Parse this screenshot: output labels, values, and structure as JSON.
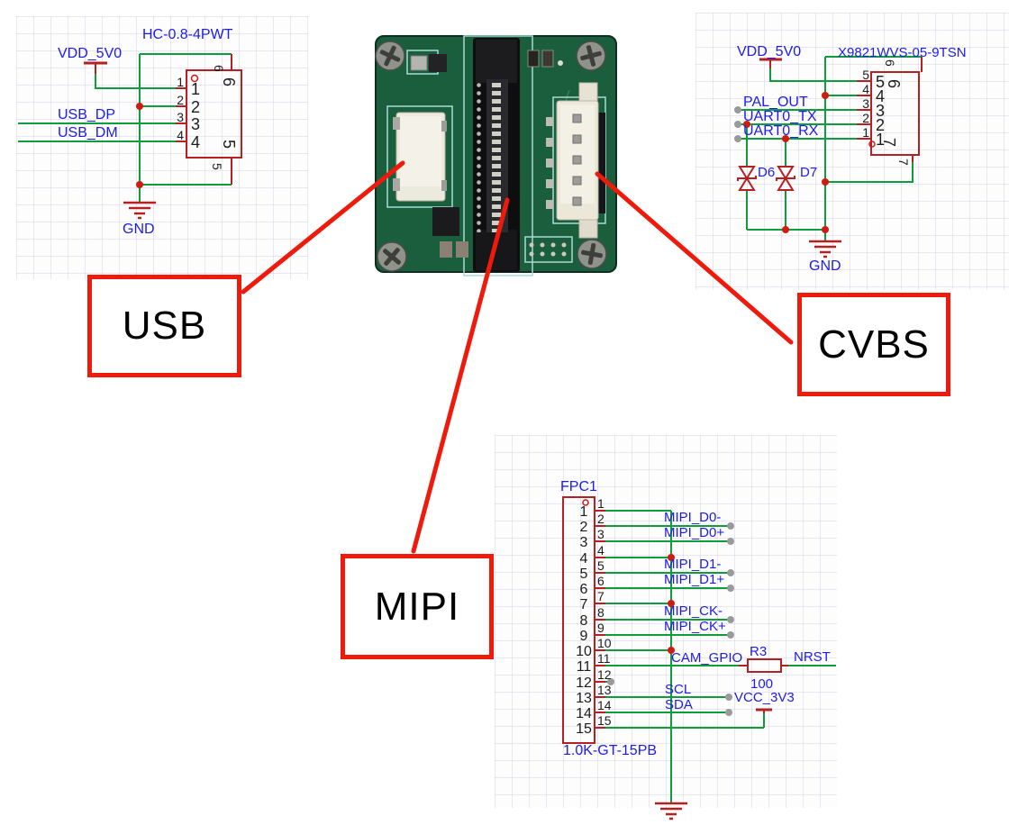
{
  "colors": {
    "wire_green": "#0f9d3c",
    "symbol_red": "#b62020",
    "junction_red": "#d11a10",
    "net_blue": "#1b1bef",
    "callout_red": "#ee1b0c",
    "no_connect_gray": "#9a9a9a",
    "pcb_green": "#1b5e3d"
  },
  "callouts": {
    "usb": "USB",
    "cvbs": "CVBS",
    "mipi": "MIPI"
  },
  "usb_sch": {
    "part_number": "HC-0.8-4PWT",
    "vdd": "VDD_5V0",
    "gnd": "GND",
    "net_dp": "USB_DP",
    "net_dm": "USB_DM",
    "pins": [
      "1",
      "2",
      "3",
      "4"
    ],
    "pin_top": "6",
    "pin_bottom": "5"
  },
  "cvbs_sch": {
    "part_number": "X9821WVS-05-9TSN",
    "vdd": "VDD_5V0",
    "gnd": "GND",
    "net_pal": "PAL_OUT",
    "net_tx": "UART0_TX",
    "net_rx": "UART0_RX",
    "diode1": "D6",
    "diode2": "D7",
    "pins": [
      "5",
      "4",
      "3",
      "2",
      "1"
    ],
    "pin_top": "6",
    "pin_bottom": "7"
  },
  "mipi_sch": {
    "refdes": "FPC1",
    "part_number": "1.0K-GT-15PB",
    "pins": [
      "1",
      "2",
      "3",
      "4",
      "5",
      "6",
      "7",
      "8",
      "9",
      "10",
      "11",
      "12",
      "13",
      "14",
      "15"
    ],
    "net_d0n": "MIPI_D0-",
    "net_d0p": "MIPI_D0+",
    "net_d1n": "MIPI_D1-",
    "net_d1p": "MIPI_D1+",
    "net_ckn": "MIPI_CK-",
    "net_ckp": "MIPI_CK+",
    "net_cam": "CAM_GPIO",
    "resistor_ref": "R3",
    "resistor_value": "100",
    "net_nrst": "NRST",
    "net_scl": "SCL",
    "net_sda": "SDA",
    "net_vcc": "VCC_3V3"
  }
}
